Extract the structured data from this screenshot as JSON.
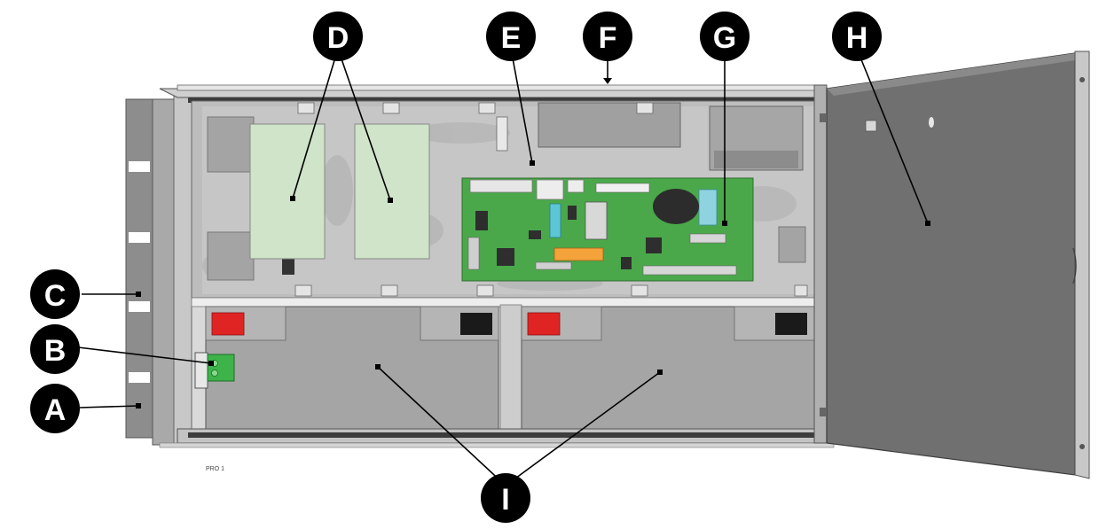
{
  "diagram": {
    "caption": "PRO 1",
    "callouts": [
      {
        "id": "A",
        "label": "A"
      },
      {
        "id": "B",
        "label": "B"
      },
      {
        "id": "C",
        "label": "C"
      },
      {
        "id": "D",
        "label": "D"
      },
      {
        "id": "E",
        "label": "E"
      },
      {
        "id": "F",
        "label": "F"
      },
      {
        "id": "G",
        "label": "G"
      },
      {
        "id": "H",
        "label": "H"
      },
      {
        "id": "I",
        "label": "I"
      }
    ]
  },
  "colors": {
    "callout_fill": "#000000",
    "callout_text": "#ffffff",
    "module_green": "#cde3c8",
    "pcb_green": "#4aa84a",
    "battery_gray": "#a5a5a5",
    "terminal_red": "#e02424",
    "terminal_black": "#1a1a1a",
    "door_gray": "#707070",
    "connector_green": "#3db34a"
  }
}
